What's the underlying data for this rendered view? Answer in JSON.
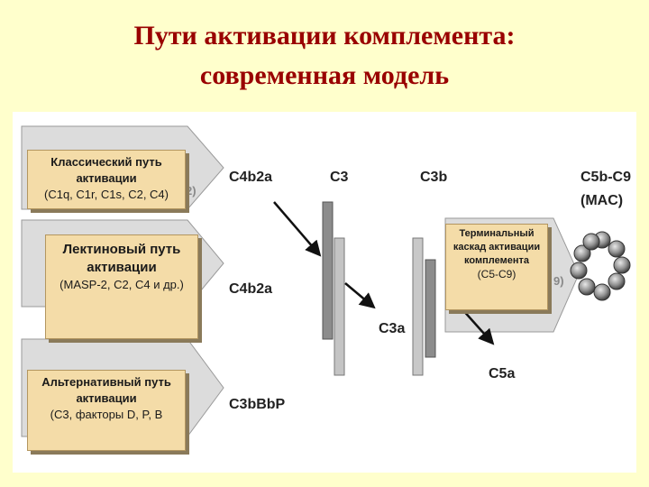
{
  "title": {
    "line1": "Пути активации комплемента:",
    "line2": "современная модель"
  },
  "pathways": [
    {
      "name": "Классический путь активации",
      "components": "(C1q, C1r, C1s, C2, C4)"
    },
    {
      "name": "Лектиновый путь активации",
      "components": "(MASP-2, C2, C4 и др.)"
    },
    {
      "name": "Альтернативный путь активации",
      "components": "(C3, факторы D, P, B"
    }
  ],
  "labels": {
    "c4b2a_top": "C4b2a",
    "c4b2a_mid": "C4b2a",
    "c3bbbp": "C3bBbP",
    "c3": "C3",
    "c3b": "C3b",
    "c3a": "C3a",
    "c5a": "C5a",
    "c5b_c9": "C5b-C9",
    "mac": "(MAC)",
    "hidden_2": "2)",
    "hidden_9": "9)"
  },
  "terminal": {
    "name": "Терминальный каскад активации комплемента",
    "components": "(C5-C9)"
  },
  "colors": {
    "title": "#990000",
    "background": "#ffffcc",
    "box_fill": "#f4dca8",
    "arrow_fill": "#dcdcdc"
  }
}
